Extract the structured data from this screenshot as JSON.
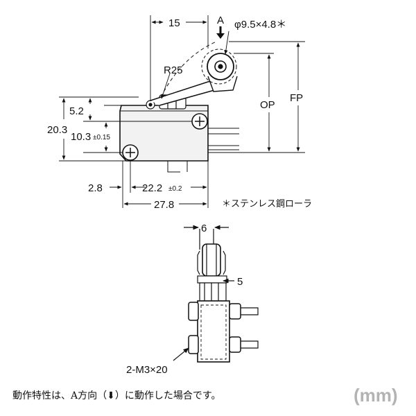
{
  "top_view": {
    "dim_15": "15",
    "arrow_label": "A",
    "roller_spec": "φ9.5×4.8＊",
    "radius": "R25",
    "dim_5_2": "5.2",
    "dim_20_3": "20.3",
    "dim_10_3": "10.3",
    "tol_10_3": "±0.15",
    "op": "OP",
    "fp": "FP",
    "dim_2_8": "2.8",
    "dim_22_2": "22.2",
    "tol_22_2": "±0.2",
    "dim_27_8": "27.8",
    "roller_note": "＊ステンレス鋼ローラ"
  },
  "side_view": {
    "dim_6": "6",
    "dim_5": "5",
    "screw": "2-M3×20"
  },
  "footnote": "動作特性は、A方向（⬇）に動作した場合です。",
  "unit": "(mm)"
}
